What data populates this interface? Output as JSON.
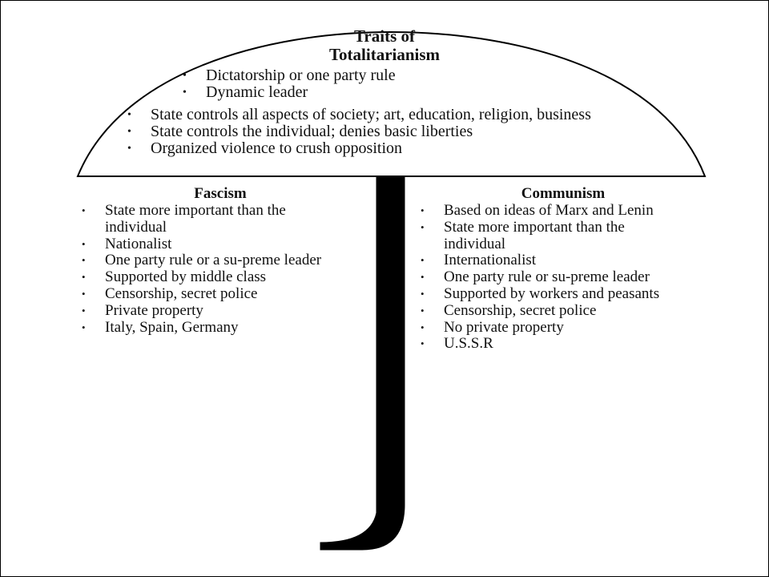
{
  "title_line1": "Traits of",
  "title_line2": "Totalitarianism",
  "canopy_top_items": [
    "Dictatorship or one party rule",
    "Dynamic leader"
  ],
  "canopy_main_items": [
    "State controls all aspects of society; art, education, religion, business",
    "State controls the individual; denies basic liberties",
    "Organized violence to crush opposition"
  ],
  "fascism": {
    "heading": "Fascism",
    "items": [
      "State more important than the individual",
      "Nationalist",
      "One party rule or a su-preme leader",
      "Supported by middle class",
      "Censorship, secret police",
      "Private property",
      "Italy, Spain, Germany"
    ]
  },
  "communism": {
    "heading": "Communism",
    "items": [
      "Based on ideas of Marx and Lenin",
      "State more important than the individual",
      "Internationalist",
      "One party rule or su-preme leader",
      "Supported by workers and peasants",
      "Censorship, secret police",
      "No private property",
      "U.S.S.R"
    ]
  }
}
